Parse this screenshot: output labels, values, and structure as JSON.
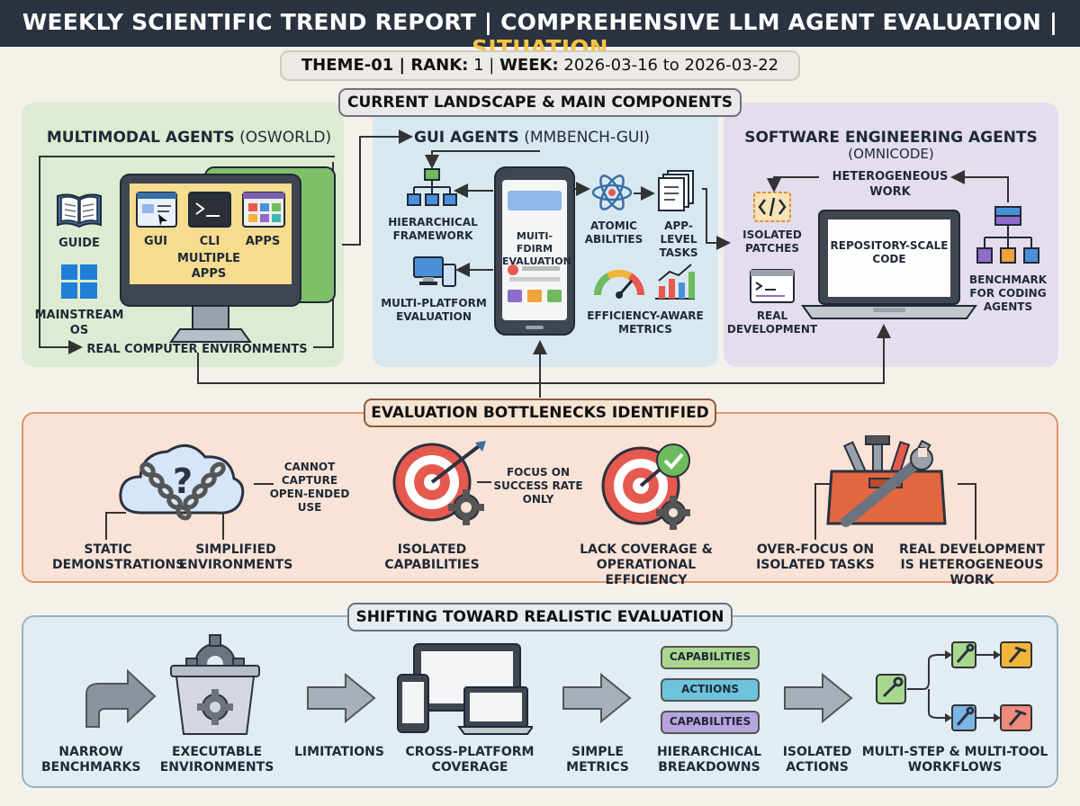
{
  "header": {
    "title_main": "WEEKLY SCIENTIFIC TREND REPORT | COMPREHENSIVE LLM AGENT EVALUATION | ",
    "title_highlight": "SITUATION"
  },
  "subtitle": {
    "theme_label": "THEME-01 | RANK:",
    "rank": " 1 | ",
    "week_label": "WEEK:",
    "week_range": " 2026-03-16 to 2026-03-22"
  },
  "landscape": {
    "title": "CURRENT LANDSCAPE & MAIN COMPONENTS",
    "multimodal": {
      "title_bold": "MULTIMODAL AGENTS",
      "title_norm": " (OSWORLD)",
      "guide": "GUIDE",
      "gui": "GUI",
      "cli": "CLI",
      "apps": "APPS",
      "multiple_apps": "MULTIPLE APPS",
      "mainstream_os": "MAINSTREAM OS",
      "real_env": "REAL COMPUTER ENVIRONMENTS"
    },
    "gui_agents": {
      "title_bold": "GUI AGENTS",
      "title_norm": " (MMBENCH-GUI)",
      "hierarchical": "HIERARCHICAL FRAMEWORK",
      "multi_platform": "MULTI-PLATFORM EVALUATION",
      "phone_text": "MUITI-FDIRM EVALUATION",
      "atomic": "ATOMIC ABILITIES",
      "app_level": "APP-LEVEL TASKS",
      "efficiency": "EFFICIENCY-AWARE METRICS"
    },
    "software": {
      "title_bold": "SOFTWARE ENGINEERING AGENTS",
      "title_norm": "(OMNICODE)",
      "heterogeneous": "HETEROGENEOUS WORK",
      "isolated_patches": "ISOLATED PATCHES",
      "repo_scale": "REPOSITORY-SCALE CODE",
      "real_dev": "REAL DEVELOPMENT",
      "benchmark": "BENCHMARK FOR CODING AGENTS"
    }
  },
  "bottlenecks": {
    "title": "EVALUATION BOTTLENECKS IDENTIFIED",
    "cannot_capture": "CANNOT CAPTURE OPEN-ENDED USE",
    "static_demos": "STATIC DEMONSTRATIONS",
    "simplified_env": "SIMPLIFIED ENVIRONMENTS",
    "focus_success": "FOCUS ON SUCCESS RATE ONLY",
    "isolated_caps": "ISOLATED CAPABILITIES",
    "lack_coverage": "LACK COVERAGE & OPERATIONAL EFFICIENCY",
    "over_focus": "OVER-FOCUS ON ISOLATED TASKS",
    "real_dev_hetero": "REAL DEVELOPMENT IS HETEROGENEOUS WORK"
  },
  "shifting": {
    "title": "SHIFTING TOWARD REALISTIC EVALUATION",
    "narrow": "NARROW BENCHMARKS",
    "executable": "EXECUTABLE ENVIRONMENTS",
    "limitations": "LIMITATIONS",
    "cross_platform": "CROSS-PLATFORM COVERAGE",
    "simple_metrics": "SIMPLE METRICS",
    "hier_breakdowns": "HIERARCHICAL BREAKDOWNS",
    "isolated_actions": "ISOLATED ACTIONS",
    "multi_step": "MULTI-STEP & MULTI-TOOL WORKFLOWS",
    "stack_top": "CAPABILITIES",
    "stack_mid": "ACTIIONS",
    "stack_bottom": "CAPABILITIES"
  },
  "colors": {
    "green_panel": "#dcebd2",
    "blue_panel": "#d8e8f0",
    "purple_panel": "#e4ddee",
    "orange_panel": "#f9e3d6",
    "bottom_panel": "#e1ecf3",
    "header_bg": "#2b3240",
    "highlight": "#f6c445"
  }
}
